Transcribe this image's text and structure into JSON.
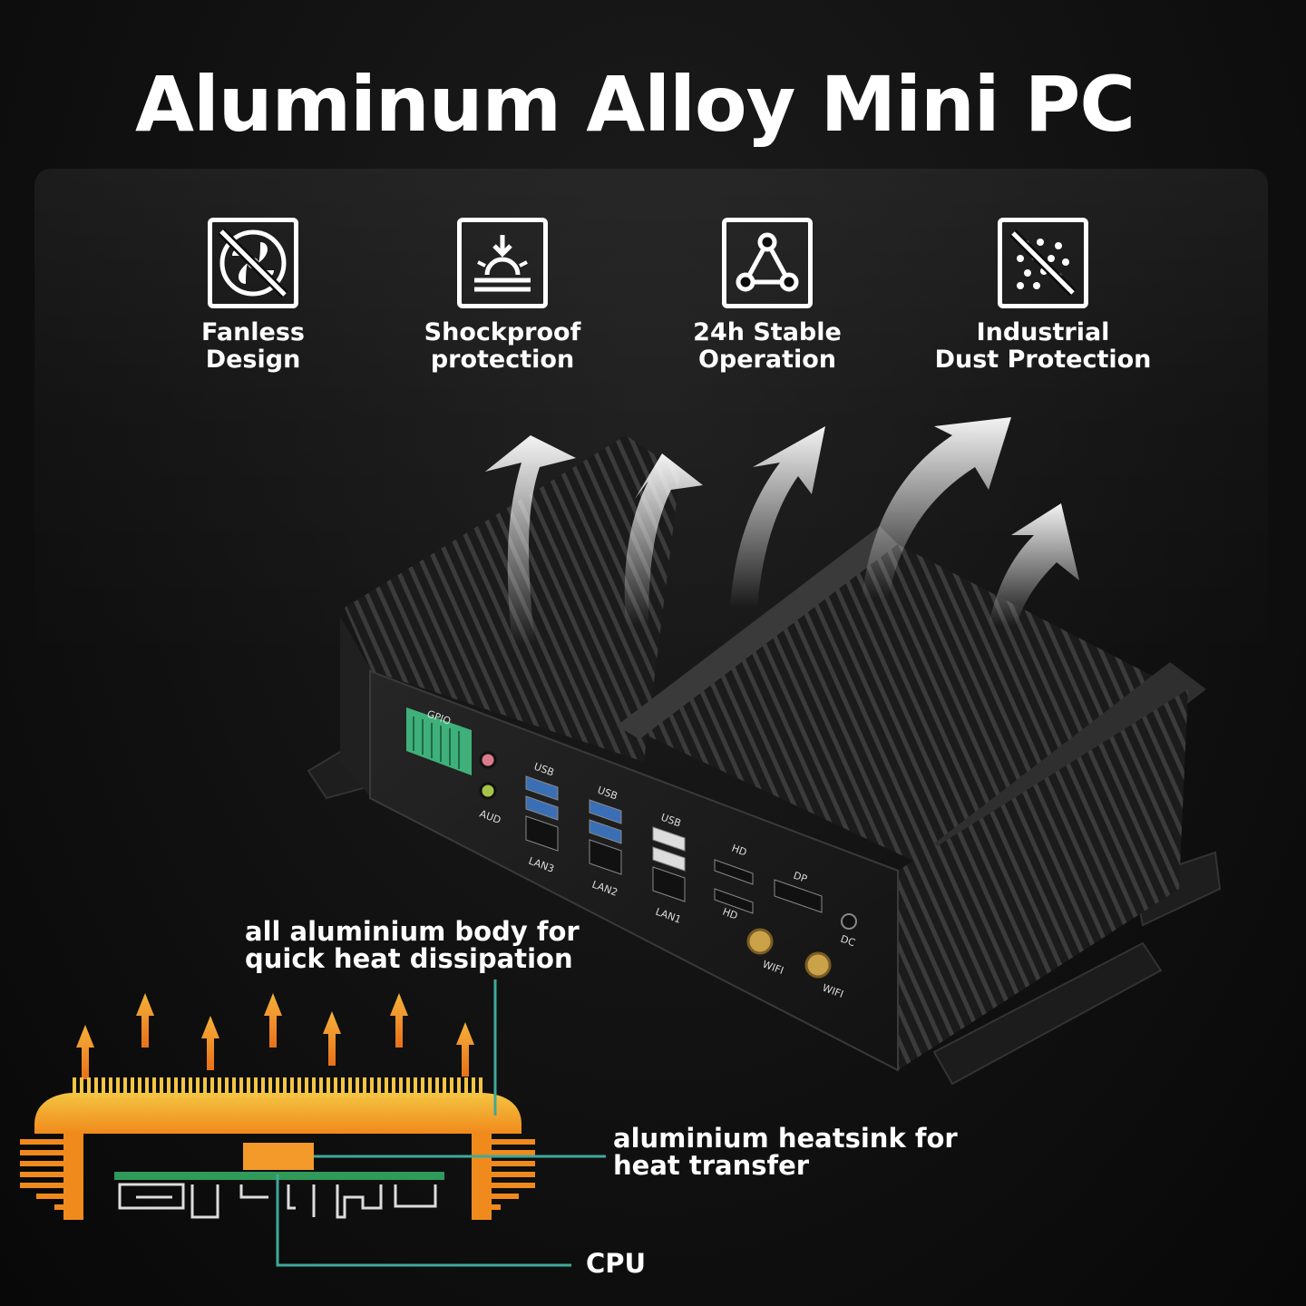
{
  "title": "Aluminum Alloy Mini PC",
  "features": [
    {
      "icon": "fanless-icon",
      "label": "Fanless\nDesign"
    },
    {
      "icon": "shockproof-icon",
      "label": "Shockproof\nprotection"
    },
    {
      "icon": "stable-operation-icon",
      "label": "24h Stable\nOperation"
    },
    {
      "icon": "dust-protection-icon",
      "label": "Industrial\nDust Protection"
    }
  ],
  "device": {
    "ports": {
      "gpio": "GPIO",
      "aud": "AUD",
      "usb_1": "USB",
      "usb_2": "USB",
      "usb_3": "USB",
      "lan3": "LAN3",
      "lan2": "LAN2",
      "lan1": "LAN1",
      "hd_1": "HD",
      "hd_2": "HD",
      "dp": "DP",
      "dc": "DC",
      "wifi_1": "WIFI",
      "wifi_2": "WIFI"
    }
  },
  "captions": {
    "body": "all aluminium body for\nquick heat dissipation",
    "heatsink": "aluminium heatsink for\nheat transfer",
    "cpu": "CPU"
  },
  "colors": {
    "heatsink_orange": "#f08a1c",
    "heatsink_yellow": "#f4c542",
    "leader_line": "#3fa99a",
    "board_green": "#2f9a5a"
  }
}
